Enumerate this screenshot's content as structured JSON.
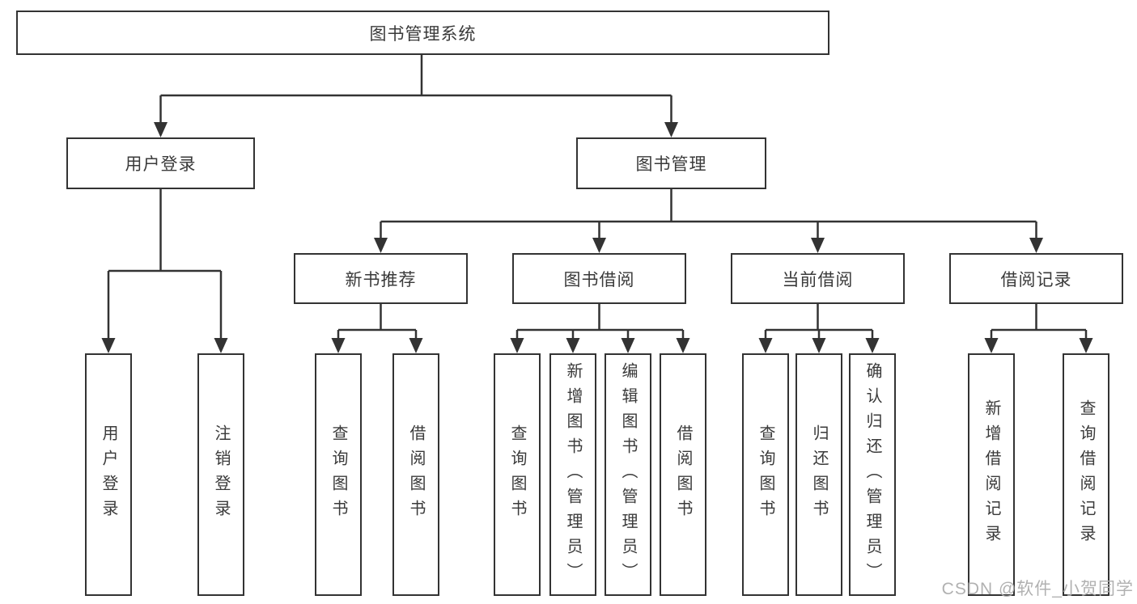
{
  "diagram": {
    "root": {
      "label": "图书管理系统"
    },
    "branches": [
      {
        "label": "用户登录",
        "children": [
          {
            "label": "用户登录"
          },
          {
            "label": "注销登录"
          }
        ]
      },
      {
        "label": "图书管理",
        "children": [
          {
            "label": "新书推荐",
            "children": [
              {
                "label": "查询图书"
              },
              {
                "label": "借阅图书"
              }
            ]
          },
          {
            "label": "图书借阅",
            "children": [
              {
                "label": "查询图书"
              },
              {
                "label": "新增图书（管理员）"
              },
              {
                "label": "编辑图书（管理员）"
              },
              {
                "label": "借阅图书"
              }
            ]
          },
          {
            "label": "当前借阅",
            "children": [
              {
                "label": "查询图书"
              },
              {
                "label": "归还图书"
              },
              {
                "label": "确认归还（管理员）"
              }
            ]
          },
          {
            "label": "借阅记录",
            "children": [
              {
                "label": "新增借阅记录"
              },
              {
                "label": "查询借阅记录"
              }
            ]
          }
        ]
      }
    ]
  },
  "watermark": {
    "text": "CSDN @软件_小贺同学"
  },
  "colors": {
    "line": "#333333",
    "text": "#3a3a3a",
    "watermark": "#adadad",
    "background": "#ffffff"
  }
}
